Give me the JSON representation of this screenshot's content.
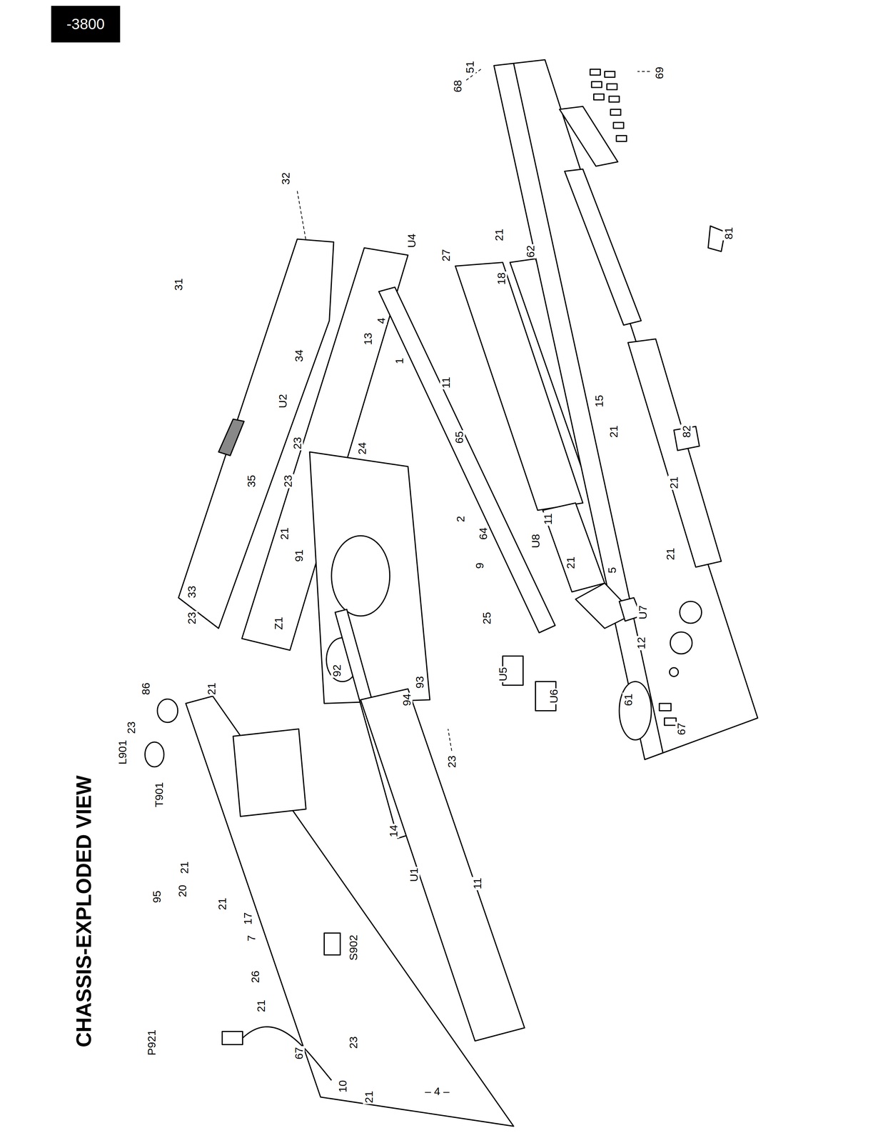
{
  "diagram": {
    "title": "CHASSIS-EXPLODED VIEW",
    "labels": [
      "-3800",
      "51",
      "68",
      "69",
      "32",
      "31",
      "U4",
      "21",
      "27",
      "62",
      "18",
      "81",
      "34",
      "13",
      "4",
      "1",
      "11",
      "U2",
      "23",
      "65",
      "15",
      "21",
      "82",
      "21",
      "24",
      "23",
      "35",
      "2",
      "21",
      "91",
      "64",
      "U8",
      "11",
      "9",
      "21",
      "21",
      "5",
      "33",
      "23",
      "Z1",
      "25",
      "U7",
      "12",
      "92",
      "93",
      "94",
      "U5",
      "U6",
      "61",
      "67",
      "21",
      "86",
      "23",
      "L901",
      "23",
      "T901",
      "14",
      "U1",
      "11",
      "21",
      "20",
      "95",
      "21",
      "17",
      "7",
      "S902",
      "26",
      "21",
      "23",
      "P921",
      "67",
      "10",
      "21",
      "– 4 –"
    ]
  }
}
